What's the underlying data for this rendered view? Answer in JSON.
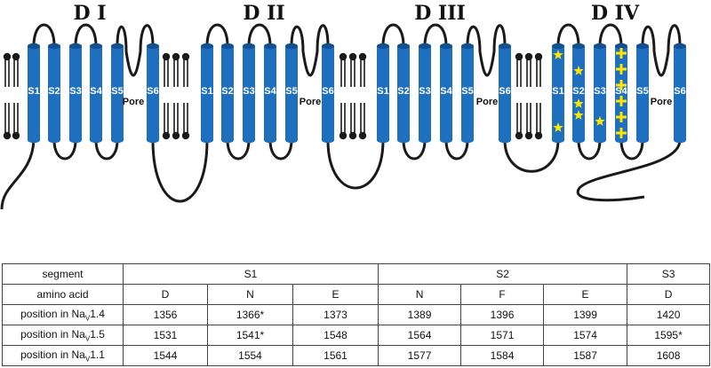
{
  "domains": [
    "D I",
    "D II",
    "D III",
    "D IV"
  ],
  "segment_labels": [
    "S1",
    "S2",
    "S3",
    "S4",
    "S5",
    "S6"
  ],
  "pore_label": "Pore",
  "colors": {
    "helix": "#1f6fbf",
    "marker": "#ffe600",
    "line": "#1a1a1a"
  },
  "table": {
    "segment": {
      "label": "segment",
      "groups": [
        {
          "name": "S1",
          "span": 3
        },
        {
          "name": "S2",
          "span": 3
        },
        {
          "name": "S3",
          "span": 1
        }
      ]
    },
    "amino_acid": {
      "label": "amino acid",
      "values": [
        "D",
        "N",
        "E",
        "N",
        "F",
        "E",
        "D"
      ]
    },
    "positions": [
      {
        "label_pre": "position in Na",
        "label_sub": "V",
        "label_post": "1.4",
        "values": [
          "1356",
          "1366*",
          "1373",
          "1389",
          "1396",
          "1399",
          "1420"
        ]
      },
      {
        "label_pre": "position in Na",
        "label_sub": "V",
        "label_post": "1.5",
        "values": [
          "1531",
          "1541*",
          "1548",
          "1564",
          "1571",
          "1574",
          "1595*"
        ]
      },
      {
        "label_pre": "position in Na",
        "label_sub": "V",
        "label_post": "1.1",
        "values": [
          "1544",
          "1554",
          "1561",
          "1577",
          "1584",
          "1587",
          "1608"
        ]
      }
    ]
  }
}
